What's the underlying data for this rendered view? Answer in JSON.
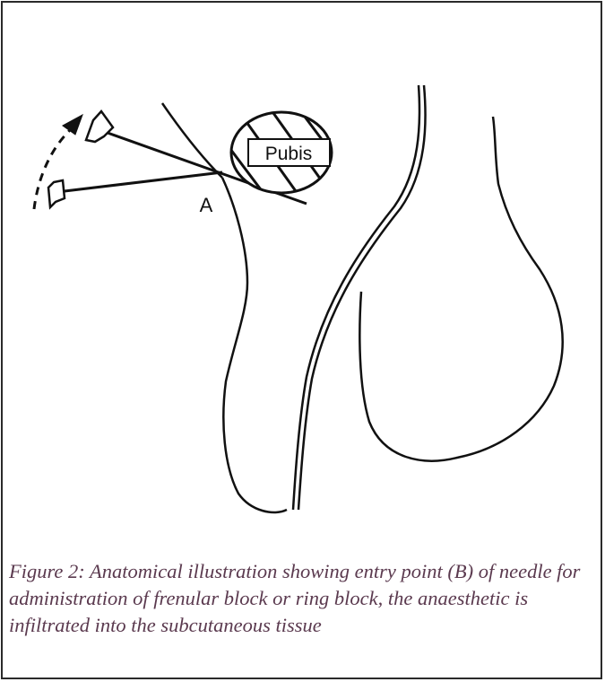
{
  "diagram": {
    "labels": {
      "pubis": "Pubis",
      "entry_point": "A"
    }
  },
  "caption": {
    "text": "Figure 2: Anatomical illustration showing entry point (B) of needle for administration of frenular block or ring block, the anaesthetic is infiltrated into the subcutaneous tissue"
  },
  "colors": {
    "line": "#111111",
    "frame": "#2a2a2a",
    "caption": "#5b3a4f"
  }
}
